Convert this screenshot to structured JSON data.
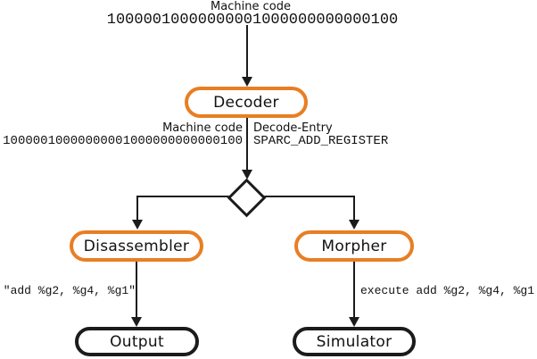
{
  "colors": {
    "accent_orange": "#e87e23",
    "line_black": "#1b1b1b",
    "background": "#ffffff"
  },
  "input": {
    "label": "Machine code",
    "binary": "10000010000000001000000000000100"
  },
  "nodes": {
    "decoder": {
      "label": "Decoder"
    },
    "disassembler": {
      "label": "Disassembler"
    },
    "morpher": {
      "label": "Morpher"
    },
    "output": {
      "label": "Output"
    },
    "simulator": {
      "label": "Simulator"
    }
  },
  "decoder_result": {
    "machine_code_label": "Machine code",
    "machine_code_value": "10000010000000001000000000000100",
    "decode_entry_label": "Decode-Entry",
    "decode_entry_value": "SPARC_ADD_REGISTER"
  },
  "edges": {
    "disassembler_to_output_label": "\"add %g2, %g4, %g1\"",
    "morpher_to_simulator_label": "execute add %g2, %g4, %g1"
  }
}
